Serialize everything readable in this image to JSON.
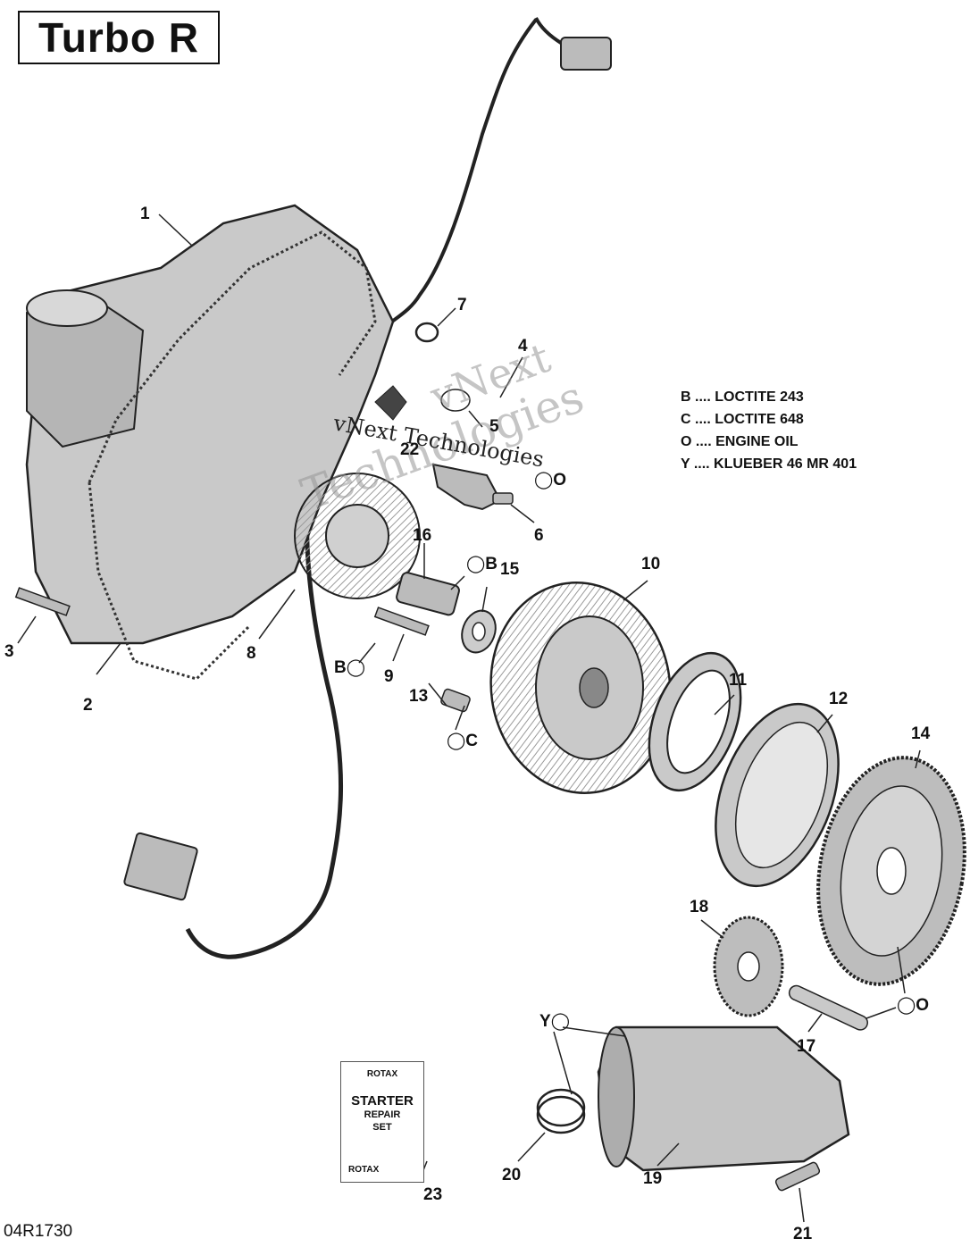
{
  "title": "Turbo R",
  "diagram_code": "04R1730",
  "watermark": {
    "line1": "vNext",
    "line2": "Technologies",
    "line3": "vNext Technologies"
  },
  "legend": [
    "B .... LOCTITE 243",
    "C .... LOCTITE 648",
    "O .... ENGINE OIL",
    "Y .... KLUEBER 46 MR 401"
  ],
  "callouts": {
    "n1": "1",
    "n2": "2",
    "n3": "3",
    "n4": "4",
    "n5": "5",
    "n6": "6",
    "n7": "7",
    "n8": "8",
    "n9": "9",
    "n10": "10",
    "n11": "11",
    "n12": "12",
    "n13": "13",
    "n14": "14",
    "n15": "15",
    "n16": "16",
    "n17": "17",
    "n18": "18",
    "n19": "19",
    "n20": "20",
    "n21": "21",
    "n22": "22",
    "n23": "23"
  },
  "product_marks": {
    "o1": "O",
    "b1": "B",
    "b2": "B",
    "c1": "C",
    "o2": "O",
    "y1": "Y"
  },
  "repair_kit": {
    "brand": "ROTAX",
    "line1": "STARTER",
    "line2": "REPAIR",
    "line3": "SET"
  }
}
